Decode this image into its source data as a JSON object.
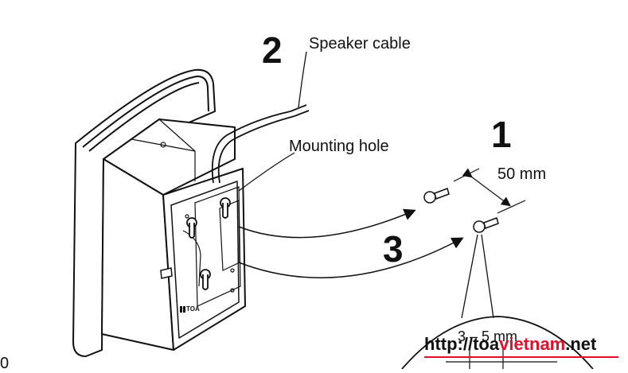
{
  "labels": {
    "step1": "1",
    "step2": "2",
    "step3": "3",
    "speaker_cable": "Speaker cable",
    "mounting_hole": "Mounting hole",
    "distance": "50 mm",
    "screw_diameter": "3 – 5 mm",
    "brand": "TOA",
    "partial_edge_text": "0"
  },
  "watermark": {
    "prefix": "http://toa",
    "highlight": "vietnam",
    "suffix": ".net"
  },
  "colors": {
    "line": "#111111",
    "watermark_accent": "#e0102a",
    "background": "#ffffff"
  }
}
